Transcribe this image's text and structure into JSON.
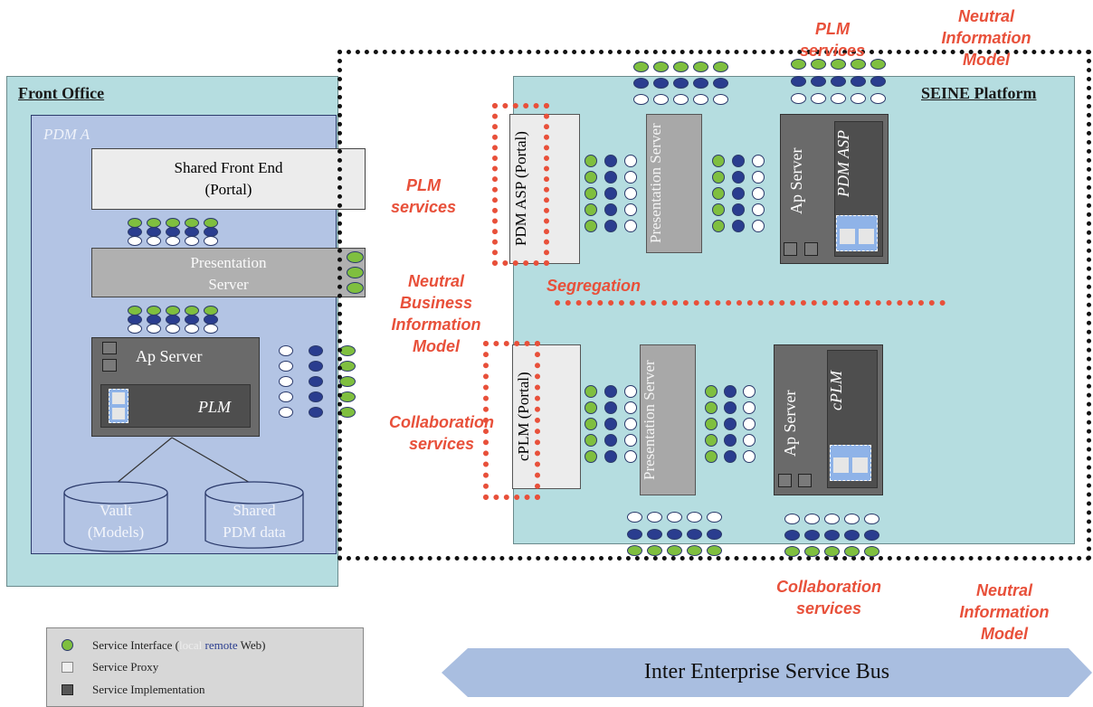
{
  "front_office": {
    "title": "Front Office",
    "pdm_label": "PDM A",
    "shared_front_end": [
      "Shared Front End",
      "(Portal)"
    ],
    "presentation_server": [
      "Presentation",
      "Server"
    ],
    "ap_server": "Ap Server",
    "plm": "PLM",
    "vault": [
      "Vault",
      "(Models)"
    ],
    "shared_pdm": [
      "Shared",
      "PDM data"
    ]
  },
  "seine": {
    "title": "SEINE Platform",
    "top_portal": "PDM ASP (Portal)",
    "top_presentation": "Presentation Server",
    "top_ap_server": "Ap Server",
    "top_pdm_asp": "PDM ASP",
    "bottom_portal": "cPLM (Portal)",
    "bottom_presentation": "Presentation Server",
    "bottom_ap_server": "Ap Server",
    "bottom_cplm": "cPLM"
  },
  "annotations": {
    "plm_services_top": [
      "PLM",
      "services"
    ],
    "neutral_info_model_top": [
      "Neutral",
      "Information",
      "Model"
    ],
    "plm_services_left": [
      "PLM",
      "services"
    ],
    "segregation": "Segregation",
    "neutral_business": [
      "Neutral",
      "Business",
      "Information",
      "Model"
    ],
    "collaboration_left": [
      "Collaboration",
      "services"
    ],
    "collaboration_bottom": [
      "Collaboration",
      "services"
    ],
    "neutral_info_model_bottom": [
      "Neutral",
      "Information",
      "Model"
    ]
  },
  "legend": {
    "service_interface": "Service Interface (",
    "local": "local",
    "remote": "remote",
    "web": "Web)",
    "service_proxy": "Service Proxy",
    "service_implementation": "Service Implementation"
  },
  "bus": {
    "label": "Inter Enterprise Service Bus"
  },
  "colors": {
    "front_office_bg": "#b5dde0",
    "pdm_bg": "#b3c4e4",
    "seine_bg": "#b5dde0",
    "annotation_red": "#e8503a",
    "interface_green": "#7fbf3f",
    "proxy_navy": "#2a3d8f",
    "bus_fill": "#a9bee0"
  }
}
